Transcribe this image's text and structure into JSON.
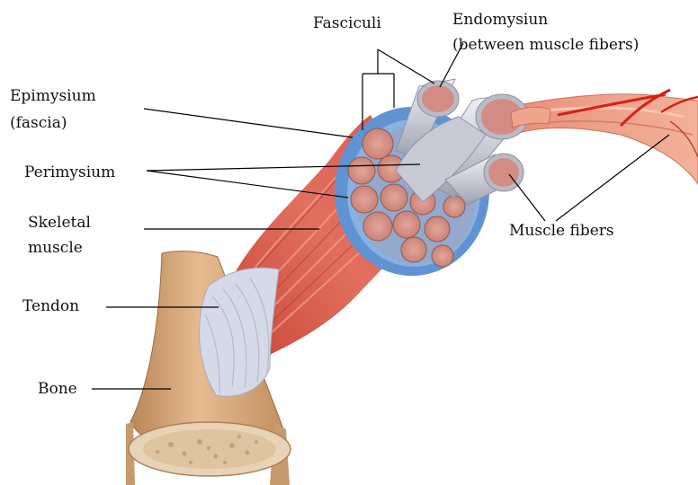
{
  "labels": {
    "fasciculi": "Fasciculi",
    "endomysium_line1": "Endomysiun",
    "endomysium_line2": "(between muscle fibers)",
    "epimysium_line1": "Epimysium",
    "epimysium_line2": "(fascia)",
    "perimysium": "Perimysium",
    "skeletal_line1": "Skeletal",
    "skeletal_line2": "muscle",
    "muscle_fibers": "Muscle fibers",
    "tendon": "Tendon",
    "bone": "Bone"
  },
  "colors": {
    "muscle": "#d9574a",
    "muscle_light": "#ee8a78",
    "epimysium": "#6f9fd6",
    "fasciculus_sheath": "#c7cad3",
    "fiber_tissue": "#d8968c",
    "tendon": "#d4d7e6",
    "bone": "#d9a97c",
    "vessel": "#e0201a"
  }
}
